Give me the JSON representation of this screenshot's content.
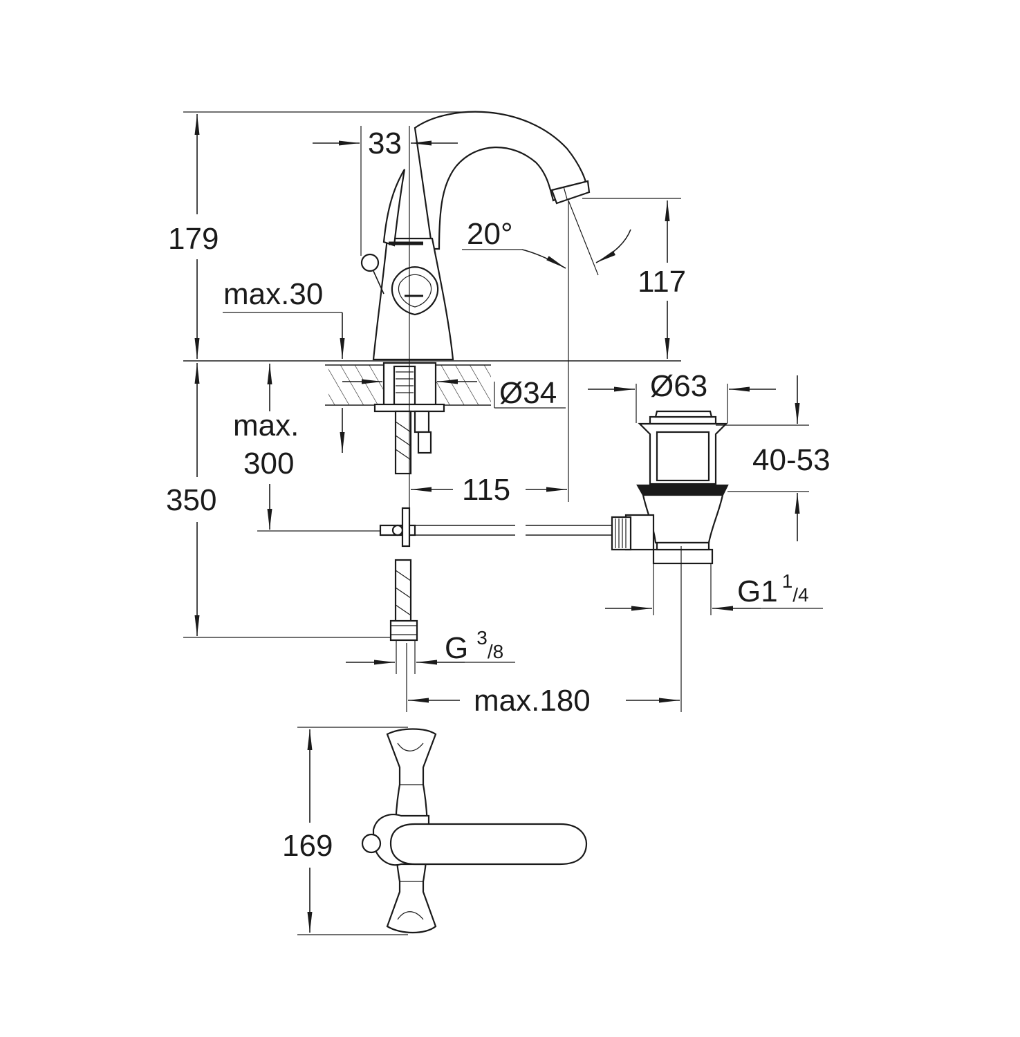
{
  "dimensions": {
    "total_height": "179",
    "handle_offset": "33",
    "spout_angle": "20°",
    "spout_height": "117",
    "max_deck": "max.30",
    "hole_diameter": "Ø34",
    "drain_diameter": "Ø63",
    "drain_range": "40-53",
    "below_deck_line1": "max.",
    "below_deck_line2": "300",
    "below_deck_total": "350",
    "reach": "115",
    "drain_thread_main": "G1",
    "drain_thread_num": "1",
    "drain_thread_den": "/4",
    "hose_thread_main": "G",
    "hose_thread_num": "3",
    "hose_thread_den": "/8",
    "max_rod": "max.180",
    "handle_span": "169"
  }
}
